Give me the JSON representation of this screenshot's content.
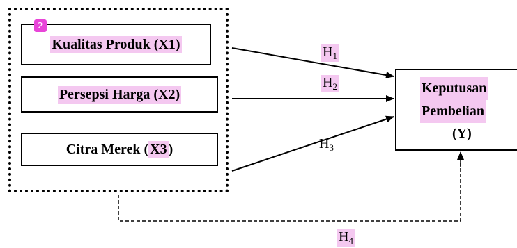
{
  "badge": "2",
  "independent_variables": [
    {
      "label_main": "Kualitas Produk (X1)",
      "highlight": "full"
    },
    {
      "label_main": "Persepsi Harga (X2)",
      "highlight": "full"
    },
    {
      "label_prefix": "Citra Merek (",
      "label_code": "X3",
      "label_suffix": ")",
      "highlight": "code"
    }
  ],
  "dependent_variable": {
    "line1": "Keputusan",
    "line2": "Pembelian",
    "line3": "(Y)"
  },
  "hypotheses": [
    {
      "base": "H",
      "sub": "1"
    },
    {
      "base": "H",
      "sub": "2"
    },
    {
      "base": "H",
      "sub": "3"
    },
    {
      "base": "H",
      "sub": "4"
    }
  ],
  "colors": {
    "highlight": "#f4c8f0",
    "badge": "#e845d8",
    "line": "#000000"
  }
}
